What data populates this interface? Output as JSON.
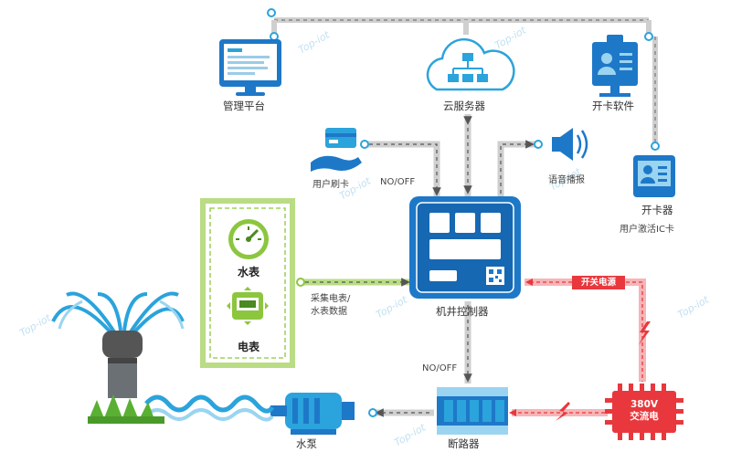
{
  "nodes": {
    "management": "管理平台",
    "cloud": "云服务器",
    "card_software": "开卡软件",
    "card_swipe": "用户刷卡",
    "voice": "语音播报",
    "card_reader": "开卡器",
    "card_reader_sub": "用户激活IC卡",
    "water_meter": "水表",
    "electric_meter": "电表",
    "controller": "机井控制器",
    "breaker": "断路器",
    "pump": "水泵",
    "power": "380V\n交流电"
  },
  "edges": {
    "swipe_onoff": "NO/OFF",
    "collect_line1": "采集电表/",
    "collect_line2": "水表数据",
    "power_switch": "开关电源",
    "breaker_onoff": "NO/OFF"
  },
  "watermark": "Top-iot",
  "colors": {
    "primary_blue": "#1e78c8",
    "light_blue": "#2ba3dc",
    "green": "#8cc63f",
    "red": "#e8383d",
    "grey_line": "#cfcfcf"
  }
}
